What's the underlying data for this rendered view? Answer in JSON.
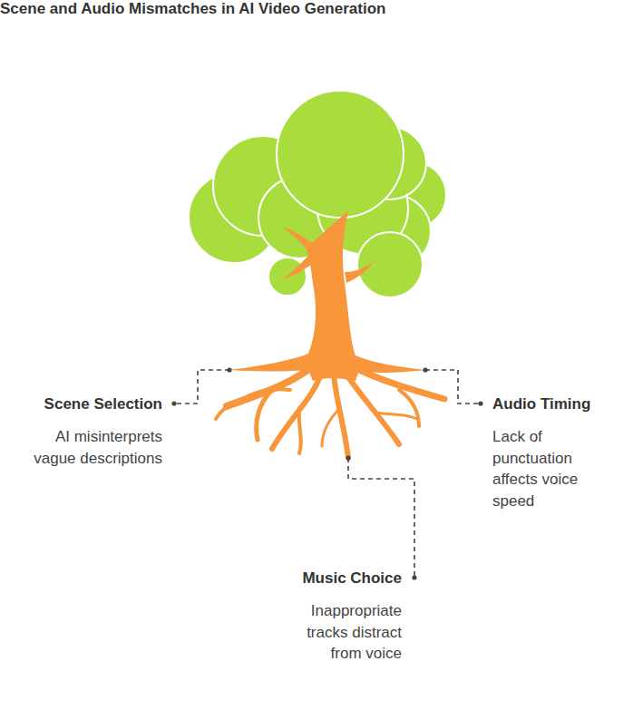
{
  "diagram": {
    "title": "Scene and Audio Mismatches in AI Video Generation",
    "labels": [
      "Scene Selection",
      "AI misinterprets vague descriptions",
      "Audio Timing",
      "Lack of punctuation affects voice speed",
      "Music Choice",
      "Inappropriate tracks distract from voice"
    ]
  }
}
